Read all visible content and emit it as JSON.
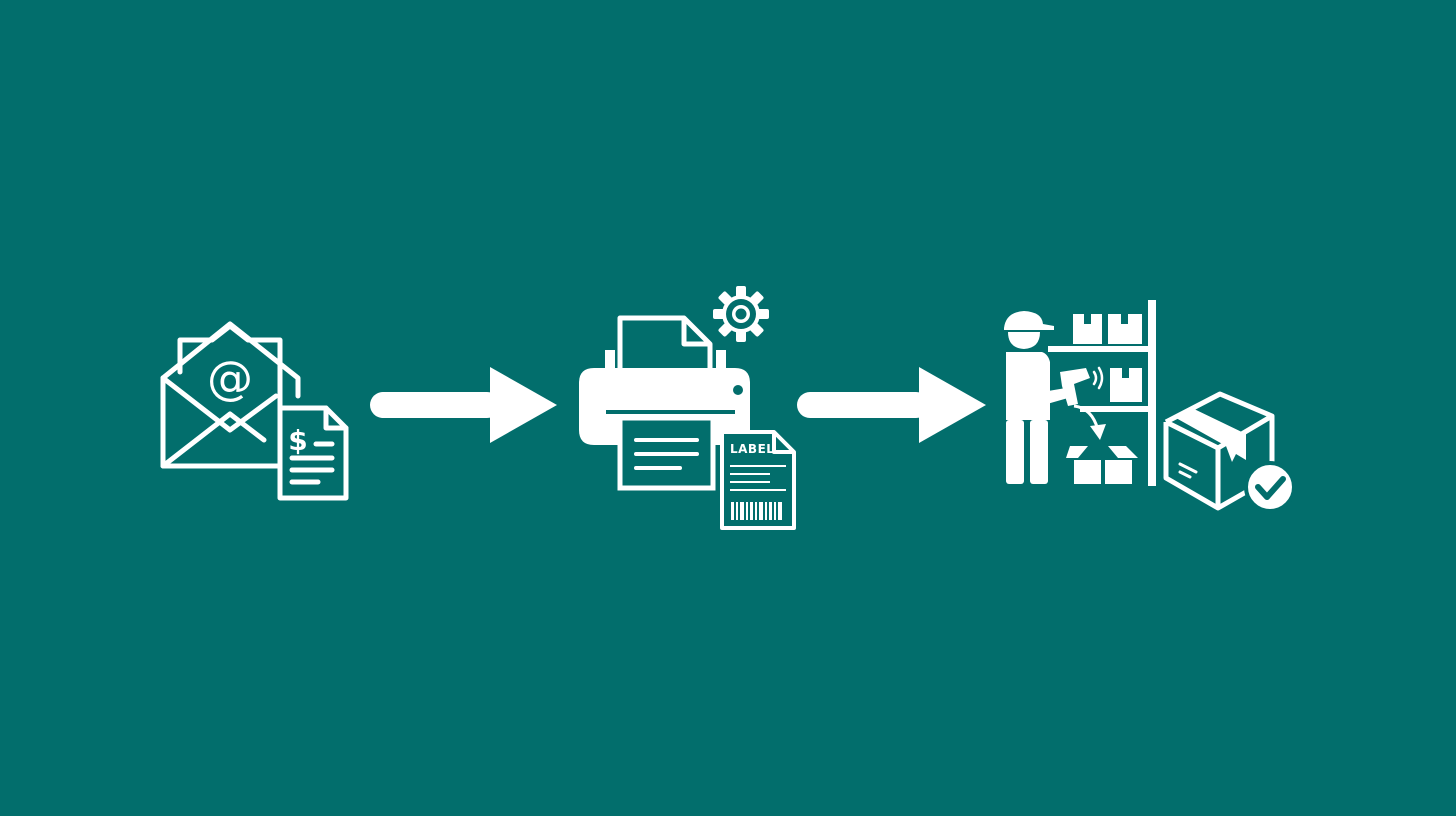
{
  "colors": {
    "background": "#026e6c",
    "foreground": "#ffffff"
  },
  "steps": [
    {
      "id": "email-invoice",
      "icons": [
        "envelope-icon",
        "at-sign-icon",
        "invoice-document-icon",
        "dollar-sign-icon"
      ],
      "glyph_at": "@",
      "glyph_dollar": "$"
    },
    {
      "id": "print-label",
      "icons": [
        "printer-icon",
        "gear-icon",
        "shipping-label-icon",
        "barcode-icon"
      ],
      "label_text": "LABEL"
    },
    {
      "id": "warehouse-fulfillment",
      "icons": [
        "warehouse-worker-icon",
        "barcode-scanner-icon",
        "shelving-icon",
        "open-box-icon",
        "package-check-icon"
      ]
    }
  ],
  "connectors": [
    "arrow-right-icon",
    "arrow-right-icon"
  ]
}
